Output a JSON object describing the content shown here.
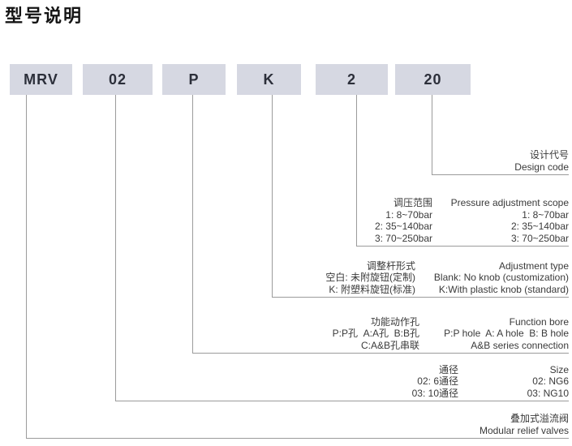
{
  "page": {
    "title": "型号说明"
  },
  "colors": {
    "box_fill": "#d6d8e2",
    "box_text": "#2c2f3a",
    "connector_line": "#9b9b9b",
    "annotation_text": "#3a3a3a",
    "title_text": "#141414"
  },
  "model_code": {
    "segments": [
      {
        "label": "MRV"
      },
      {
        "label": "02"
      },
      {
        "label": "P"
      },
      {
        "label": "K"
      },
      {
        "label": "2"
      },
      {
        "label": "20"
      }
    ]
  },
  "blocks": {
    "design_code": {
      "cn": "设计代号",
      "en": "Design code"
    },
    "pressure": {
      "rows": [
        {
          "cn": "调压范围",
          "en": "Pressure adjustment scope"
        },
        {
          "cn": "1: 8~70bar",
          "en": "1: 8~70bar"
        },
        {
          "cn": "2: 35~140bar",
          "en": "2: 35~140bar"
        },
        {
          "cn": "3: 70~250bar",
          "en": "3: 70~250bar"
        }
      ]
    },
    "adjustment": {
      "rows": [
        {
          "cn": "调整杆形式",
          "en": "Adjustment type"
        },
        {
          "cn": "空白: 未附旋钮(定制)",
          "en": "Blank: No knob (customization)"
        },
        {
          "cn": "K: 附塑料旋钮(标准)",
          "en": "K:With plastic knob (standard)"
        }
      ]
    },
    "function_bore": {
      "rows": [
        {
          "cn": "功能动作孔",
          "en": "Function bore"
        },
        {
          "cn": "P:P孔  A:A孔  B:B孔",
          "en": "P:P hole  A: A hole  B: B hole"
        },
        {
          "cn": "C:A&B孔串联",
          "en": "A&B series connection"
        }
      ]
    },
    "size": {
      "rows": [
        {
          "cn": "通径",
          "en": "Size"
        },
        {
          "cn": "02: 6通径",
          "en": "02: NG6"
        },
        {
          "cn": "03: 10通径",
          "en": "03: NG10"
        }
      ]
    },
    "product": {
      "cn": "叠加式溢流阀",
      "en": "Modular relief valves"
    }
  }
}
